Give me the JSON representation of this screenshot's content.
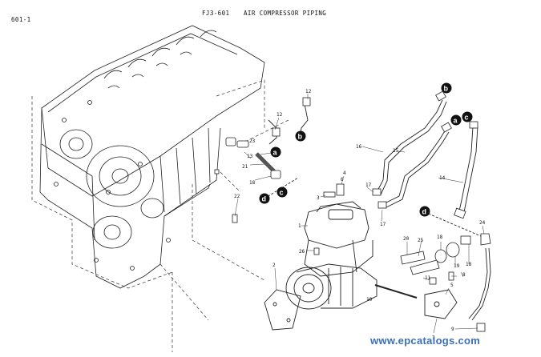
{
  "header": {
    "page_number": "601-1",
    "diagram_code": "FJ3-601",
    "title": "AIR COMPRESSOR PIPING"
  },
  "footer": {
    "watermark": "www.epcatalogs.com"
  },
  "callouts": [
    "1",
    "2",
    "3",
    "4",
    "5",
    "6",
    "7",
    "8",
    "9",
    "10",
    "11",
    "12",
    "12",
    "13",
    "14",
    "15",
    "16",
    "17",
    "17",
    "18",
    "18",
    "18",
    "19",
    "20",
    "21",
    "22",
    "23",
    "24",
    "25",
    "26"
  ],
  "reference_markers": [
    "a",
    "a",
    "b",
    "b",
    "c",
    "c",
    "d",
    "d"
  ]
}
